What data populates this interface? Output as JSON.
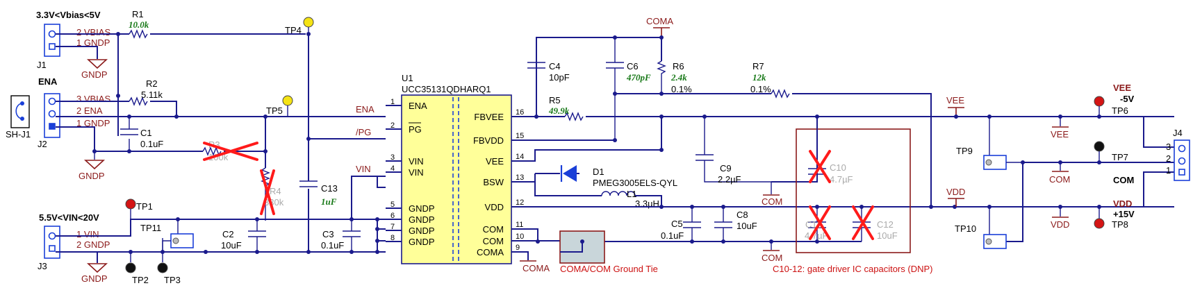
{
  "labels": {
    "vbias_range": "3.3V<Vbias<5V",
    "vin_range": "5.5V<VIN<20V",
    "ena": "ENA",
    "j1": "J1",
    "j2": "J2",
    "j3": "J3",
    "j4": "J4",
    "shj1": "SH-J1",
    "j1_p2": "2 VBIAS",
    "j1_p1": "1 GNDP",
    "j2_p3": "3 VBIAS",
    "j2_p2": "2 ENA",
    "j2_p1": "1 GNDP",
    "j3_p1": "1 VIN",
    "j3_p2": "2 GNDP",
    "j4_p3": "3",
    "j4_p2": "2",
    "j4_p1": "1",
    "gndp": "GNDP",
    "com": "COM",
    "coma": "COMA",
    "vee": "VEE",
    "vdd": "VDD",
    "net_ena": "ENA",
    "net_pg": "/PG",
    "net_vin": "VIN",
    "vee_out": "VEE",
    "vee_val": "-5V",
    "vdd_out": "VDD",
    "vdd_val": "+15V",
    "com_out": "COM"
  },
  "components": {
    "r1": {
      "ref": "R1",
      "val": "10.0k"
    },
    "r2": {
      "ref": "R2",
      "val": "5.11k"
    },
    "r3": {
      "ref": "R3",
      "val": "100k"
    },
    "r4": {
      "ref": "R4",
      "val": "330k"
    },
    "r5": {
      "ref": "R5",
      "val": "49.9k"
    },
    "r6": {
      "ref": "R6",
      "val": "2.4k",
      "tol": "0.1%"
    },
    "r7": {
      "ref": "R7",
      "val": "12k",
      "tol": "0.1%"
    },
    "c1": {
      "ref": "C1",
      "val": "0.1uF"
    },
    "c2": {
      "ref": "C2",
      "val": "10uF"
    },
    "c3": {
      "ref": "C3",
      "val": "0.1uF"
    },
    "c4": {
      "ref": "C4",
      "val": "10pF"
    },
    "c5": {
      "ref": "C5",
      "val": "0.1uF"
    },
    "c6": {
      "ref": "C6",
      "val": "470pF"
    },
    "c8": {
      "ref": "C8",
      "val": "10uF"
    },
    "c9": {
      "ref": "C9",
      "val": "2.2µF"
    },
    "c10": {
      "ref": "C10",
      "val": "4.7µF"
    },
    "c11": {
      "ref": "C11",
      "val": "4.7µF"
    },
    "c12": {
      "ref": "C12",
      "val": "10uF"
    },
    "c13": {
      "ref": "C13",
      "val": "1uF"
    },
    "d1": {
      "ref": "D1",
      "val": "PMEG3005ELS-QYL"
    },
    "l1": {
      "ref": "L1",
      "val": "3.3µH"
    },
    "u1": {
      "ref": "U1",
      "part": "UCC35131QDHARQ1"
    }
  },
  "testpoints": {
    "tp1": "TP1",
    "tp2": "TP2",
    "tp3": "TP3",
    "tp4": "TP4",
    "tp5": "TP5",
    "tp6": "TP6",
    "tp7": "TP7",
    "tp8": "TP8",
    "tp9": "TP9",
    "tp10": "TP10",
    "tp11": "TP11"
  },
  "ic_pins": {
    "left": [
      {
        "num": "1",
        "name": "ENA"
      },
      {
        "num": "2",
        "name": "PG"
      },
      {
        "num": "3",
        "name": "VIN"
      },
      {
        "num": "4",
        "name": "VIN"
      },
      {
        "num": "5",
        "name": "GNDP"
      },
      {
        "num": "6",
        "name": "GNDP"
      },
      {
        "num": "7",
        "name": "GNDP"
      },
      {
        "num": "8",
        "name": "GNDP"
      }
    ],
    "right": [
      {
        "num": "16",
        "name": "FBVEE"
      },
      {
        "num": "15",
        "name": "FBVDD"
      },
      {
        "num": "14",
        "name": "VEE"
      },
      {
        "num": "13",
        "name": "BSW"
      },
      {
        "num": "12",
        "name": "VDD"
      },
      {
        "num": "11",
        "name": "COM"
      },
      {
        "num": "10",
        "name": "COM"
      },
      {
        "num": "9",
        "name": "COMA"
      }
    ]
  },
  "notes": {
    "ground_tie": "COMA/COM Ground Tie",
    "dnp_note": "C10-12: gate driver IC capacitors (DNP)"
  },
  "colors": {
    "wire": "#1a1a8c",
    "net_label": "#8b1a1a",
    "value_green": "#1a7a1a",
    "ic_fill": "#ffff99",
    "dnp_cross": "#ff1a1a",
    "tie_fill": "#c9d6da"
  }
}
